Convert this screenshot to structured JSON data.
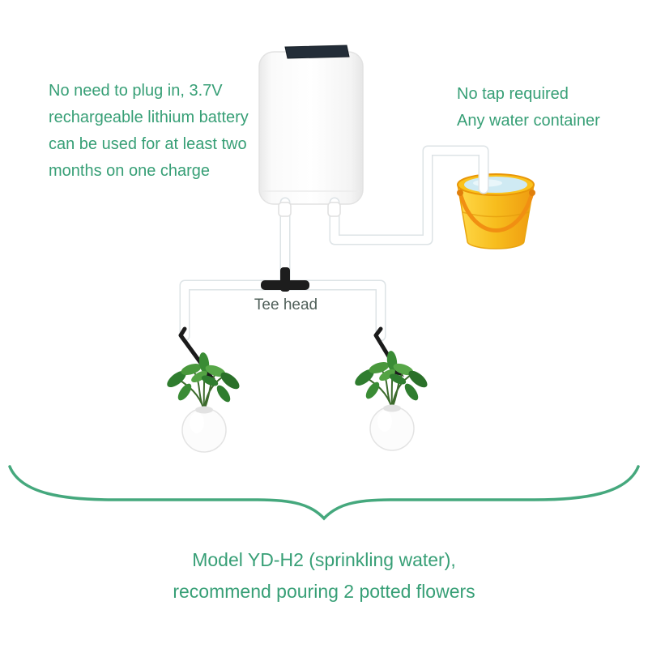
{
  "palette": {
    "text_green": "#379f76",
    "tee_label_gray": "#50605a",
    "brace_green": "#45a87d",
    "bucket_yellow": "#f9c823",
    "bucket_orange": "#f18f12",
    "water_blue": "#cfeaf3",
    "device_panel_dark": "#232d38",
    "tube_outline": "#dde3e6",
    "leaf_green": "#3a8c35",
    "stake_black": "#1b1b1b"
  },
  "annotations": {
    "battery_note": {
      "line1": "No need to plug in, 3.7V",
      "line2": "rechargeable lithium battery",
      "line3": "can be used for at least two",
      "line4": "months on one charge"
    },
    "container_note": {
      "line1": "No tap required",
      "line2": "Any water container"
    },
    "tee_label": "Tee head",
    "caption": {
      "line1": "Model YD-H2 (sprinkling water),",
      "line2": "recommend pouring 2 potted flowers"
    }
  }
}
